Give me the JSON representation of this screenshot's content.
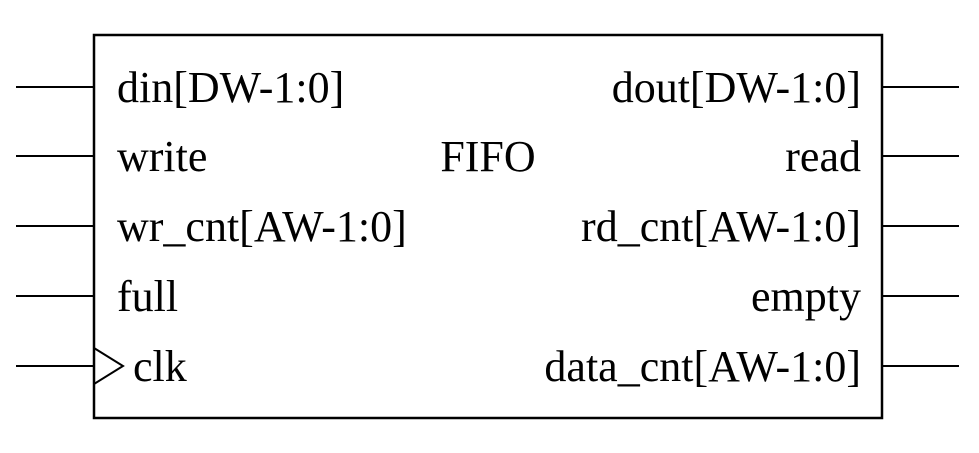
{
  "block": {
    "title": "FIFO"
  },
  "left_ports": [
    {
      "label": "din[DW-1:0]",
      "clock": false
    },
    {
      "label": "write",
      "clock": false
    },
    {
      "label": "wr_cnt[AW-1:0]",
      "clock": false
    },
    {
      "label": "full",
      "clock": false
    },
    {
      "label": "clk",
      "clock": true
    }
  ],
  "right_ports": [
    {
      "label": "dout[DW-1:0]"
    },
    {
      "label": "read"
    },
    {
      "label": "rd_cnt[AW-1:0]"
    },
    {
      "label": "empty"
    },
    {
      "label": "data_cnt[AW-1:0]"
    }
  ],
  "colors": {
    "line": "#000000",
    "background": "#ffffff"
  }
}
